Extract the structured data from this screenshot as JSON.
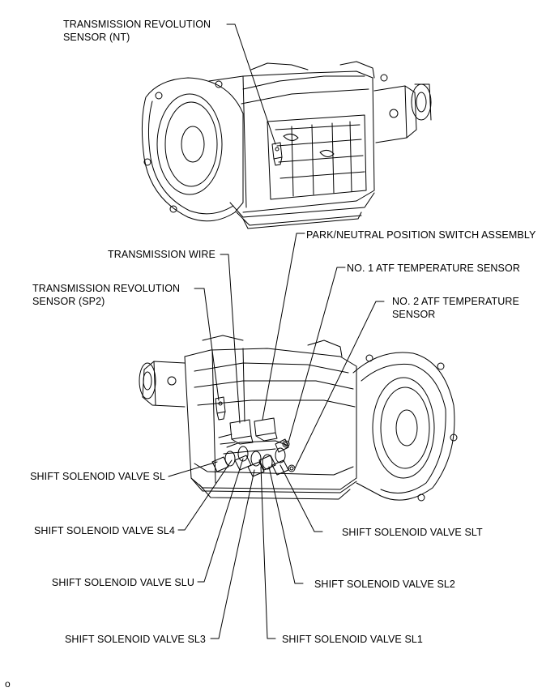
{
  "labels": {
    "nt_sensor": "TRANSMISSION REVOLUTION\nSENSOR (NT)",
    "transmission_wire": "TRANSMISSION WIRE",
    "park_neutral_switch": "PARK/NEUTRAL POSITION SWITCH ASSEMBLY",
    "atf_temp_sensor_1": "NO. 1 ATF TEMPERATURE SENSOR",
    "sp2_sensor": "TRANSMISSION REVOLUTION\nSENSOR (SP2)",
    "atf_temp_sensor_2": "NO. 2 ATF TEMPERATURE\nSENSOR",
    "solenoid_sl": "SHIFT SOLENOID VALVE SL",
    "solenoid_sl4": "SHIFT SOLENOID VALVE SL4",
    "solenoid_slt": "SHIFT SOLENOID VALVE SLT",
    "solenoid_slu": "SHIFT SOLENOID VALVE SLU",
    "solenoid_sl2": "SHIFT SOLENOID VALVE SL2",
    "solenoid_sl3": "SHIFT SOLENOID VALVE SL3",
    "solenoid_sl1": "SHIFT SOLENOID VALVE SL1"
  },
  "figure_code": "o"
}
